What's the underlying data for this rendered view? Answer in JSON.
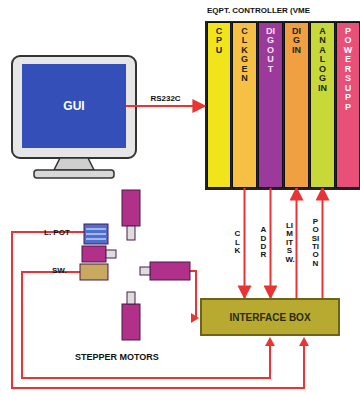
{
  "diagram": {
    "nodes": [
      {
        "text": [
          "EQPT. CONTROLLER (VME"
        ]
      },
      {
        "text": [
          "CPU"
        ],
        "in": 0
      },
      {
        "text": [
          "CLK GEN"
        ],
        "in": 0
      },
      {
        "text": [
          "DIG OUT"
        ],
        "in": 0
      },
      {
        "text": [
          "DIG IN"
        ],
        "in": 0
      },
      {
        "text": [
          "ANALOG IN"
        ],
        "in": 0
      },
      {
        "text": [
          "POWER SUPP"
        ],
        "in": 0
      },
      {
        "text": [
          "GUI"
        ]
      },
      {
        "text": [
          "INTERFACE BOX"
        ]
      }
    ],
    "edges": [
      {
        "from": 7,
        "to": 0,
        "arrow": "to",
        "label": "RS232C"
      },
      {
        "from": 2,
        "to": 8,
        "arrow": "to",
        "label": "CLK"
      },
      {
        "from": 3,
        "to": 8,
        "arrow": "to",
        "label": "ADDR"
      },
      {
        "from": 8,
        "to": 4,
        "arrow": "to",
        "label": "LIMIT SW."
      },
      {
        "from": 8,
        "to": 5,
        "arrow": "to",
        "label": "POSITION"
      }
    ],
    "labels": [
      "L. POT",
      "SW.",
      "STEPPER MOTORS"
    ]
  }
}
